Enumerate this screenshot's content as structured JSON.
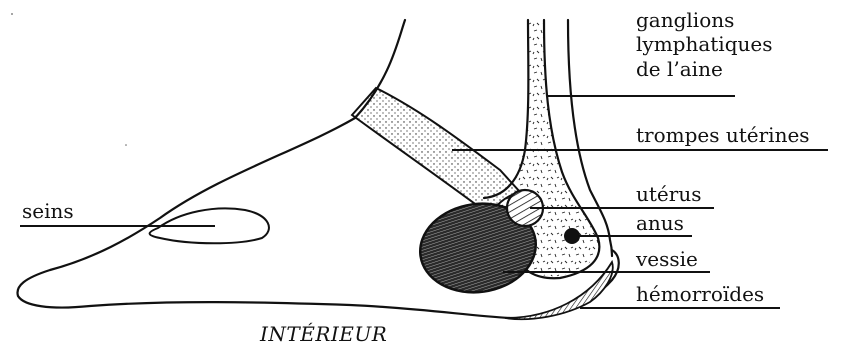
{
  "colors": {
    "ink": "#111111",
    "background": "#ffffff"
  },
  "labels": {
    "ganglions": [
      "ganglions",
      "lymphatiques",
      "de l’aine"
    ],
    "trompes": "trompes utérines",
    "uterus": "utérus",
    "anus": "anus",
    "vessie": "vessie",
    "hemorroides": "hémorroïdes",
    "seins": "seins",
    "interieur": "INTÉRIEUR"
  }
}
